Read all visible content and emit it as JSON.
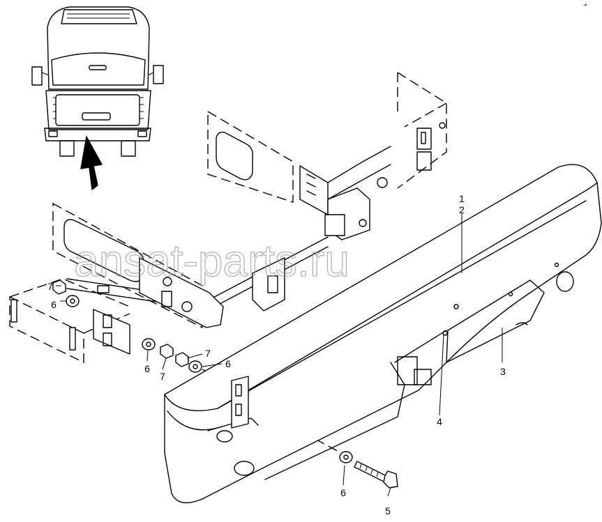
{
  "watermark": "ansat-parts.ru",
  "corner_mark": "⬏",
  "callouts": {
    "c1": "1",
    "c2": "2",
    "c3": "3",
    "c4": "4",
    "c5": "5",
    "c6a": "6",
    "c6b": "6",
    "c6c": "6",
    "c6d": "6",
    "c7a": "7",
    "c7b": "7",
    "c7c": "7"
  }
}
